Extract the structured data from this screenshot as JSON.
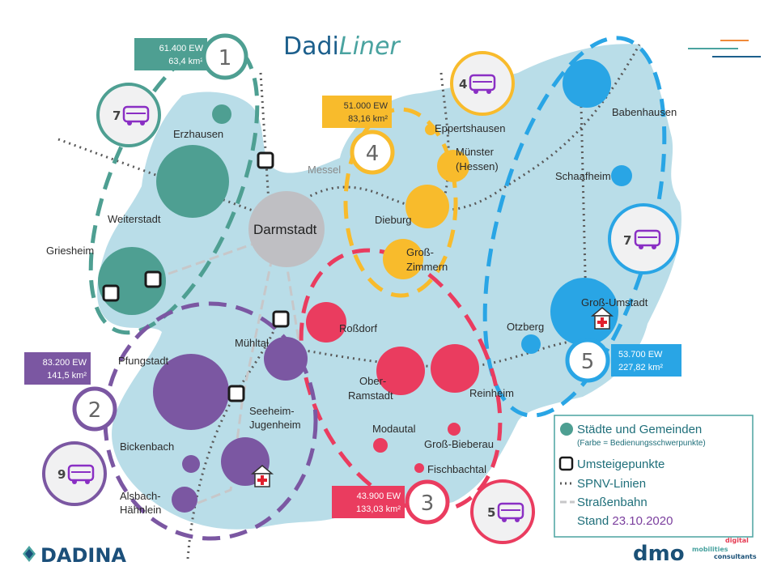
{
  "title": {
    "part1": "Dadi",
    "part2": "Liner"
  },
  "colors": {
    "land": "#b9dde8",
    "teal": "#4e9f92",
    "orange": "#f8bb2c",
    "blue": "#29a5e5",
    "red": "#ea3c5f",
    "purple": "#7b57a2",
    "grey": "#bfbfc3",
    "legend_border": "#4aa3a0",
    "date_color": "#7b3f9e"
  },
  "zones": [
    {
      "number": "1",
      "buses": "7",
      "ew": "61.400 EW",
      "area": "63,4 km²"
    },
    {
      "number": "2",
      "buses": "9",
      "ew": "83.200 EW",
      "area": "141,5 km²"
    },
    {
      "number": "3",
      "buses": "5",
      "ew": "43.900 EW",
      "area": "133,03 km²"
    },
    {
      "number": "4",
      "buses": "4",
      "ew": "51.000 EW",
      "area": "83,16 km²"
    },
    {
      "number": "5",
      "buses": "7",
      "ew": "53.700 EW",
      "area": "227,82 km²"
    }
  ],
  "places": {
    "erzhausen": "Erzhausen",
    "weiterstadt": "Weiterstadt",
    "griesheim": "Griesheim",
    "darmstadt": "Darmstadt",
    "messel": "Messel",
    "eppertshausen": "Eppertshausen",
    "muenster1": "Münster",
    "muenster2": "(Hessen)",
    "dieburg": "Dieburg",
    "grosszimmern1": "Groß-",
    "grosszimmern2": "Zimmern",
    "babenhausen": "Babenhausen",
    "schaafheim": "Schaafheim",
    "grossumstadt": "Groß-Umstadt",
    "otzberg": "Otzberg",
    "rossdorf": "Roßdorf",
    "muehltal": "Mühltal",
    "pfungstadt": "Pfungstadt",
    "oberramstadt1": "Ober-",
    "oberramstadt2": "Ramstadt",
    "reinheim": "Reinheim",
    "seeheim1": "Seeheim-",
    "seeheim2": "Jugenheim",
    "modautal": "Modautal",
    "grossbieberau": "Groß-Bieberau",
    "bickenbach": "Bickenbach",
    "fischbachtal": "Fischbachtal",
    "alsbach1": "Alsbach-",
    "alsbach2": "Hähnlein"
  },
  "legend": {
    "cities": "Städte und Gemeinden",
    "cities_note": "(Farbe = Bedienungsschwerpunkte)",
    "transfer": "Umsteigepunkte",
    "rail": "SPNV-Linien",
    "tram": "Straßenbahn",
    "stand": "Stand",
    "date": "23.10.2020"
  },
  "logos": {
    "dadina": "DADINA",
    "dmo": "dmo",
    "dmo_mobilities": "mobilities",
    "dmo_digital": "digital",
    "dmo_consultants": "consultants"
  }
}
